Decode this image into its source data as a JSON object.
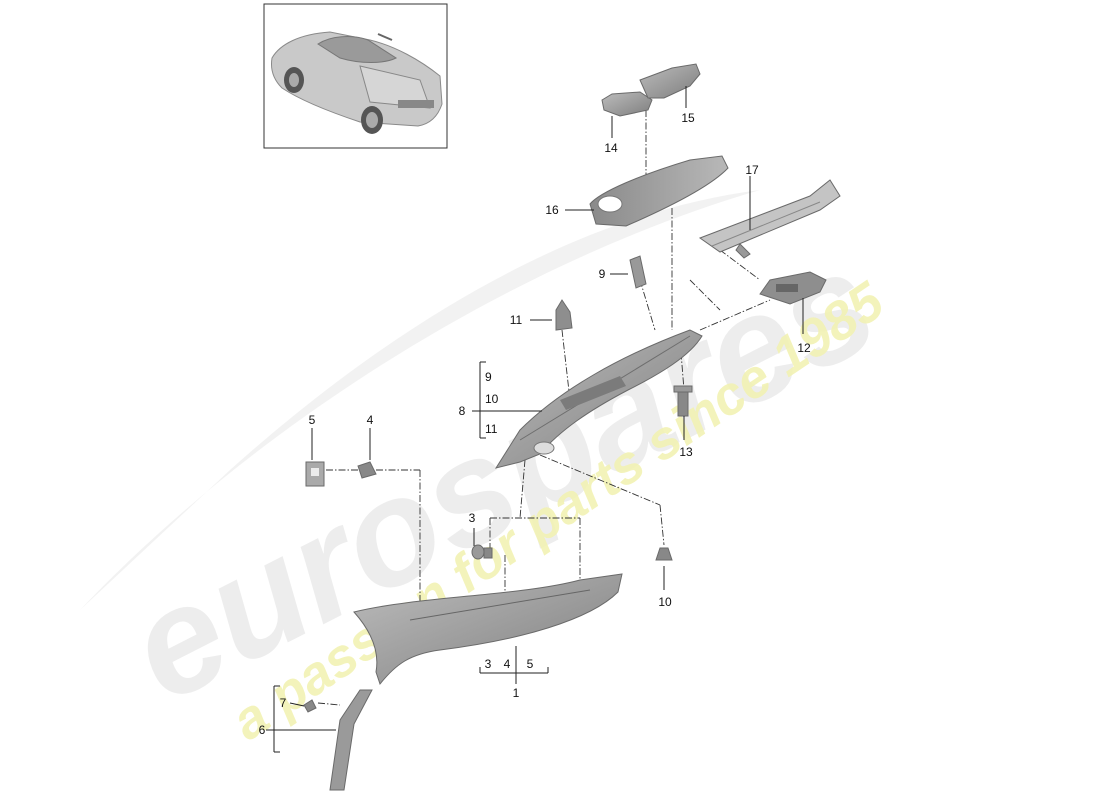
{
  "watermark": {
    "brand": "eurospares",
    "tagline": "a passion for parts since 1985"
  },
  "callouts": {
    "n1": "1",
    "n3": "3",
    "n4": "4",
    "n5": "5",
    "n6": "6",
    "n7": "7",
    "n8": "8",
    "n9": "9",
    "n10": "10",
    "n11": "11",
    "n12": "12",
    "n13": "13",
    "n14": "14",
    "n15": "15",
    "n16": "16",
    "n17": "17"
  },
  "brackets": {
    "group8": [
      "9",
      "10",
      "11"
    ],
    "group1": [
      "3",
      "4",
      "5"
    ]
  },
  "colors": {
    "part_fill": "#9c9c9c",
    "part_dark": "#7a7a7a",
    "watermark_grey": "#e6e6e6",
    "watermark_yellow": "#f3f3b8"
  }
}
